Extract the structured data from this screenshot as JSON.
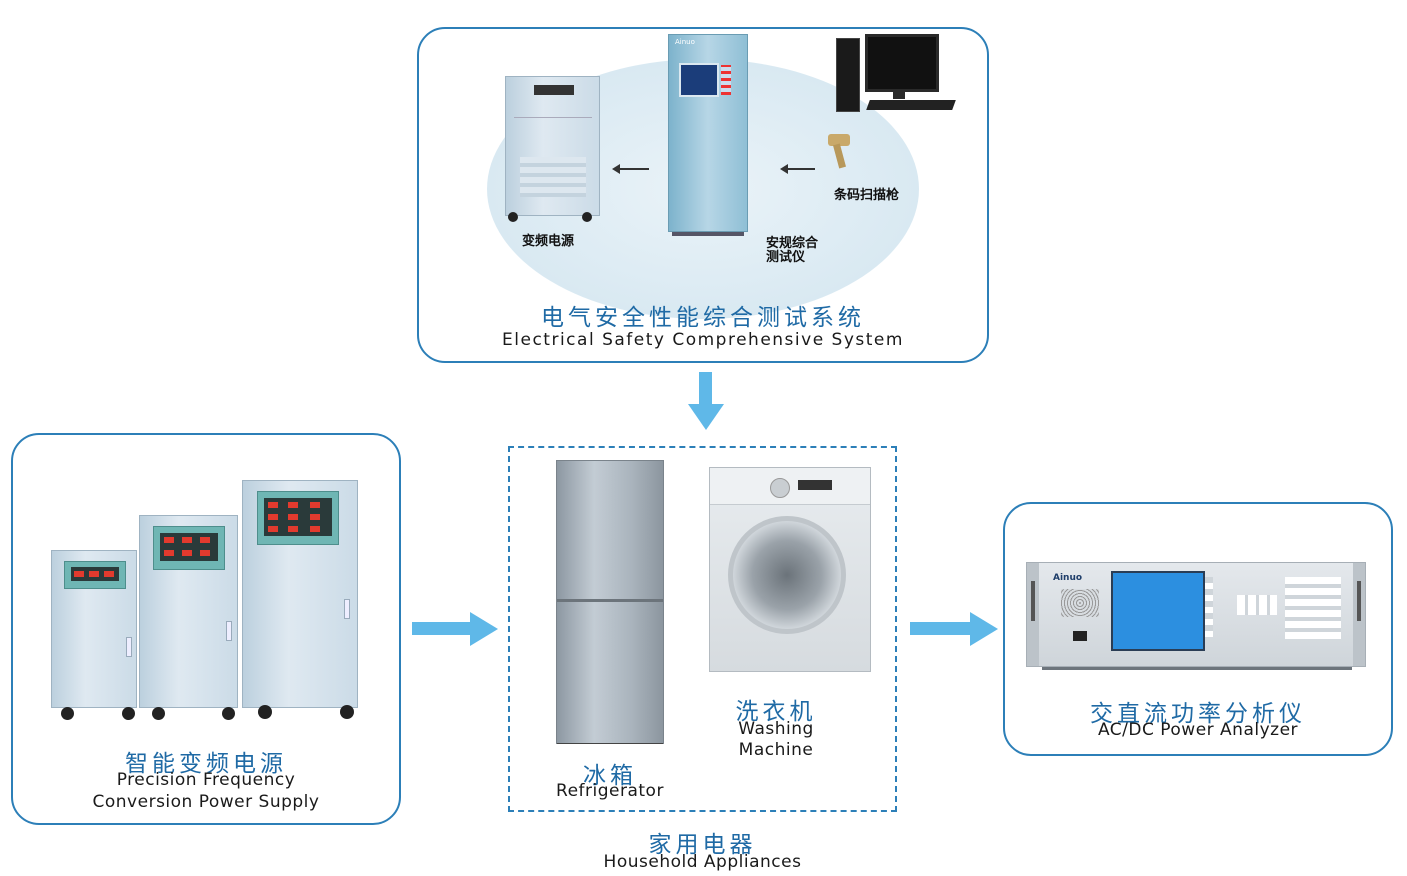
{
  "top_system": {
    "title_cn": "电气安全性能综合测试系统",
    "title_en": "Electrical Safety Comprehensive System",
    "labels": {
      "power_source": "变频电源",
      "tester_line1": "安规综合",
      "tester_line2": "测试仪",
      "scanner": "条码扫描枪"
    },
    "tester_brand": "Ainuo"
  },
  "left_system": {
    "title_cn": "智能变频电源",
    "title_en_line1": "Precision Frequency",
    "title_en_line2": "Conversion Power Supply"
  },
  "center_group": {
    "title_cn": "家用电器",
    "title_en": "Household Appliances",
    "refrigerator_cn": "冰箱",
    "refrigerator_en": "Refrigerator",
    "washer_cn": "洗衣机",
    "washer_en_line1": "Washing",
    "washer_en_line2": "Machine"
  },
  "right_system": {
    "title_cn": "交直流功率分析仪",
    "title_en": "AC/DC Power Analyzer",
    "brand": "Ainuo"
  },
  "colors": {
    "border": "#2c7fb8",
    "arrow": "#5fb8e8",
    "title_cn": "#1f6aa5"
  }
}
